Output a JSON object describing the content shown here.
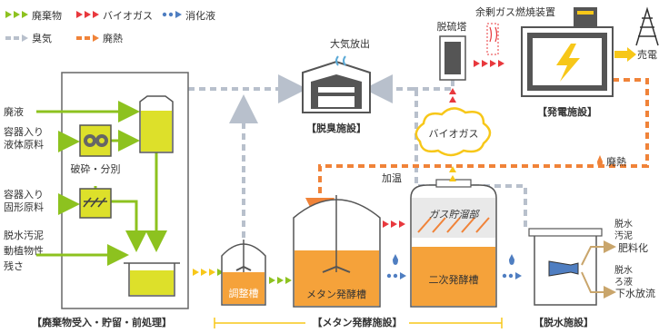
{
  "legend": {
    "waste": "廃棄物",
    "biogas": "バイオガス",
    "digestate": "消化液",
    "odor": "臭気",
    "waste_heat": "廃熱"
  },
  "inputs": {
    "waste_liquid": "廃液",
    "container_liquid": [
      "容器入り",
      "液体原料"
    ],
    "container_solid": [
      "容器入り",
      "固形原料"
    ],
    "sludge": [
      "脱水汚泥",
      "動植物性",
      "残さ"
    ]
  },
  "labels": {
    "crush_sort": "破砕・分別",
    "exhaust": "大気放出",
    "deodor_facility": "【脱臭施設】",
    "desulfurization": "脱硫塔",
    "flare": "余剰ガス燃焼装置",
    "power_facility": "【発電施設】",
    "sell_power": "売電",
    "biogas_cloud": "バイオガス",
    "waste_heat": "廃熱",
    "heating": "加温",
    "gas_holder": "ガス貯溜部",
    "adjust_tank": "調整槽",
    "methane_tank": "メタン発酵槽",
    "secondary_tank": "二次発酵槽",
    "dewater_sludge": [
      "脱水",
      "汚泥"
    ],
    "compost": "肥料化",
    "dewater_filtrate": [
      "脱水",
      "ろ液"
    ],
    "discharge": "下水放流"
  },
  "sections": {
    "intake": "【廃棄物受入・貯留・前処理】",
    "methane": "【メタン発酵施設】",
    "dewater": "【脱水施設】"
  },
  "colors": {
    "waste_green": "#8dc21f",
    "biogas_red": "#e8383d",
    "digestate_blue": "#4f7ec1",
    "odor_gray": "#b8c0cc",
    "heat_orange": "#f08339",
    "tank_orange": "#f5a23a",
    "accent_yellow": "#f7c719",
    "liquid_yellow": "#dde02a",
    "outline": "#555555"
  }
}
